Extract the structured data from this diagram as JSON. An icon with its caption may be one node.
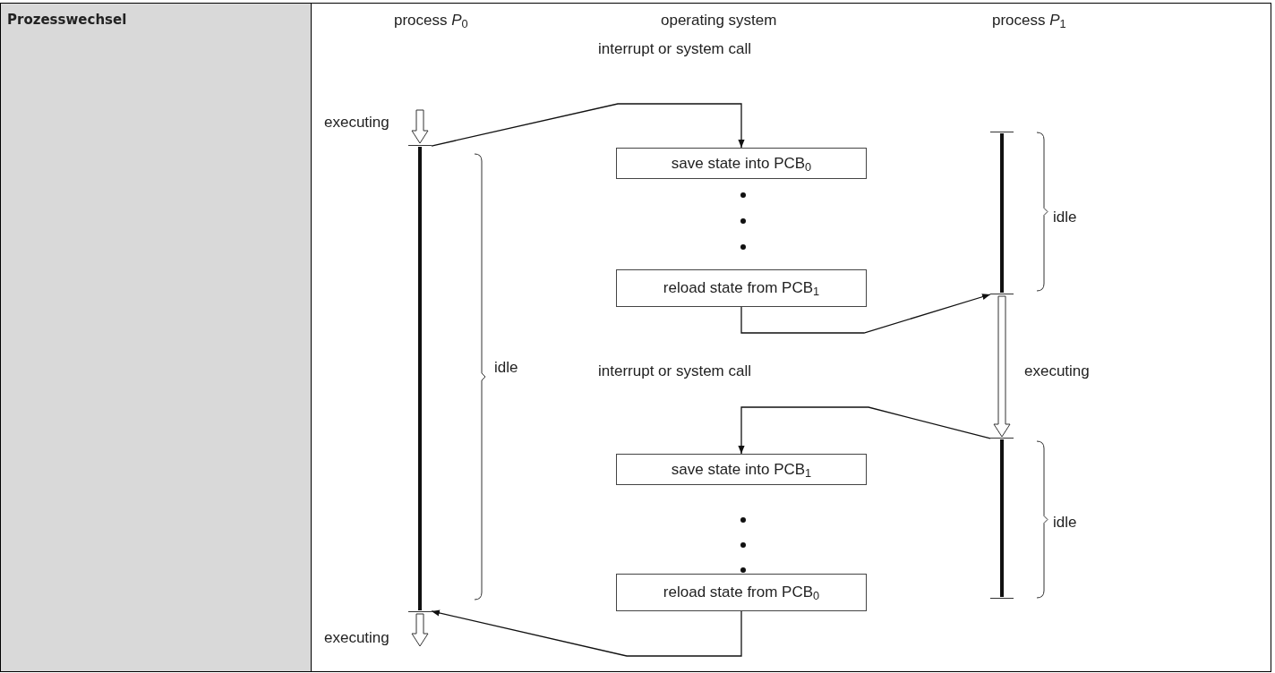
{
  "diagram": {
    "nodes": [
      {
        "text": [
          "save state into PCB$_{0}$"
        ]
      },
      {
        "text": [
          "reload state from PCB$_{1}$"
        ]
      },
      {
        "text": [
          "save state into PCB$_{1}$"
        ]
      },
      {
        "text": [
          "reload state from PCB$_{0}$"
        ]
      },
      {
        "text": [],
        "shape": "bar"
      },
      {
        "text": [],
        "shape": "bar"
      },
      {
        "text": [],
        "shape": "bar"
      }
    ],
    "edges": [
      {
        "from": 4,
        "to": 0,
        "arrow": "to"
      },
      {
        "from": 1,
        "to": 5,
        "arrow": "to"
      },
      {
        "from": 6,
        "to": 2,
        "arrow": "to"
      },
      {
        "from": 3,
        "to": 4,
        "arrow": "to"
      }
    ],
    "labels": [
      "Prozesswechsel",
      "process *P*$_{0}$",
      "operating system",
      "process *P*$_{1}$",
      "interrupt or system call",
      "executing",
      "idle",
      "idle",
      "interrupt or system call",
      "executing",
      "idle",
      "executing"
    ]
  }
}
